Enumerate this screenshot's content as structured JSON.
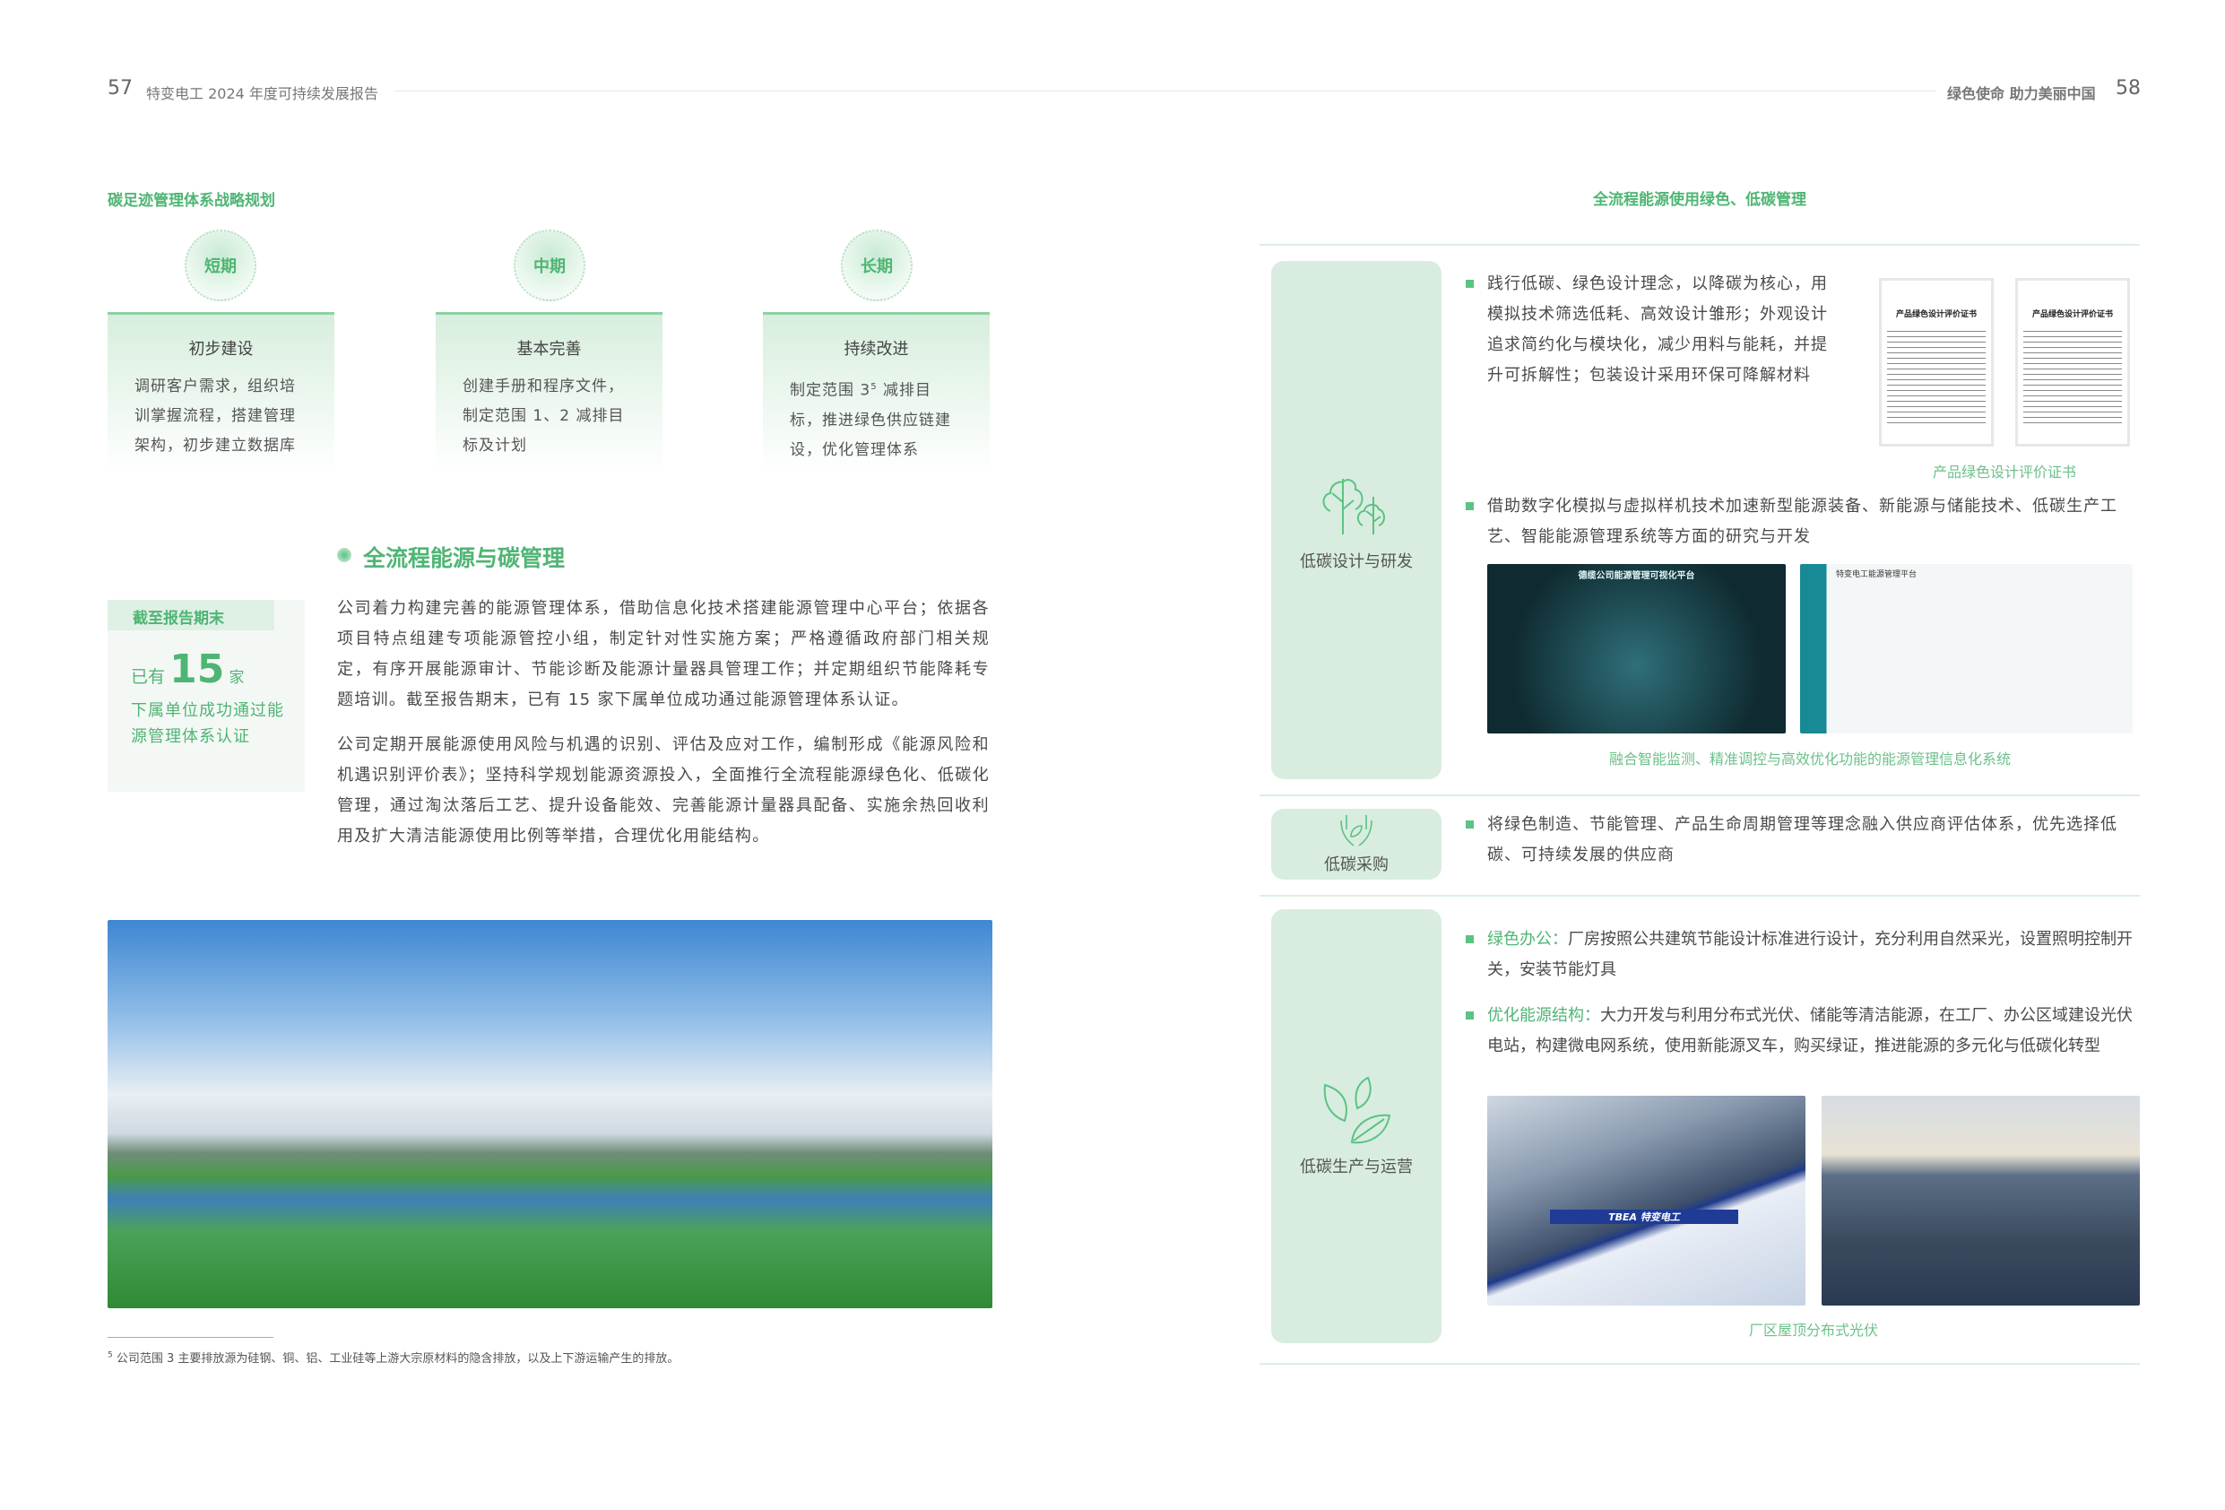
{
  "header": {
    "left_page": "57",
    "left_title": "特变电工 2024 年度可持续发展报告",
    "right_title": "绿色使命 助力美丽中国",
    "right_page": "58"
  },
  "strategy": {
    "title": "碳足迹管理体系战略规划",
    "phases": [
      {
        "tag": "短期",
        "title": "初步建设",
        "desc": "调研客户需求，组织培训掌握流程，搭建管理架构，初步建立数据库"
      },
      {
        "tag": "中期",
        "title": "基本完善",
        "desc": "创建手册和程序文件，制定范围 1、2 减排目标及计划"
      },
      {
        "tag": "长期",
        "title": "持续改进",
        "desc_pre": "制定范围 3",
        "sup": "5",
        "desc": " 减排目标，推进绿色供应链建设，优化管理体系"
      }
    ]
  },
  "section": {
    "title": "全流程能源与碳管理"
  },
  "stat": {
    "label": "截至报告期末",
    "prefix": "已有",
    "number": "15",
    "unit": "家",
    "desc": "下属单位成功通过能源管理体系认证"
  },
  "paragraphs": [
    "公司着力构建完善的能源管理体系，借助信息化技术搭建能源管理中心平台；依据各项目特点组建专项能源管控小组，制定针对性实施方案；严格遵循政府部门相关规定，有序开展能源审计、节能诊断及能源计量器具管理工作；并定期组织节能降耗专题培训。截至报告期末，已有 15 家下属单位成功通过能源管理体系认证。",
    "公司定期开展能源使用风险与机遇的识别、评估及应对工作，编制形成《能源风险和机遇识别评价表》；坚持科学规划能源资源投入，全面推行全流程能源绿色化、低碳化管理，通过淘汰落后工艺、提升设备能效、完善能源计量器具配备、实施余热回收利用及扩大清洁能源使用比例等举措，合理优化用能结构。"
  ],
  "footnote": {
    "mark": "5",
    "text": "公司范围 3 主要排放源为硅钢、铜、铝、工业硅等上游大宗原材料的隐含排放，以及上下游运输产生的排放。"
  },
  "right": {
    "title": "全流程能源使用绿色、低碳管理",
    "blocks": [
      {
        "label": "低碳设计与研发",
        "icon": "trees-icon",
        "bullets": [
          {
            "text": "践行低碳、绿色设计理念，以降碳为核心，用模拟技术筛选低耗、高效设计雏形；外观设计追求简约化与模块化，减少用料与能耗，并提升可拆解性；包装设计采用环保可降解材料"
          },
          {
            "text": "借助数字化模拟与虚拟样机技术加速新型能源装备、新能源与储能技术、低碳生产工艺、智能能源管理系统等方面的研究与开发"
          }
        ],
        "cert": {
          "title": "产品绿色设计评价证书",
          "caption": "产品绿色设计评价证书"
        },
        "dashboard": {
          "title": "德缆公司能源管理可视化平台",
          "title2": "特变电工能源管理平台",
          "caption": "融合智能监测、精准调控与高效优化功能的能源管理信息化系统"
        }
      },
      {
        "label": "低碳采购",
        "icon": "hands-leaf-icon",
        "bullets": [
          {
            "text": "将绿色制造、节能管理、产品生命周期管理等理念融入供应商评估体系，优先选择低碳、可持续发展的供应商"
          }
        ]
      },
      {
        "label": "低碳生产与运营",
        "icon": "leaves-icon",
        "bullets": [
          {
            "key": "绿色办公：",
            "text": "厂房按照公共建筑节能设计标准进行设计，充分利用自然采光，设置照明控制开关，安装节能灯具"
          },
          {
            "key": "优化能源结构：",
            "text": "大力开发与利用分布式光伏、储能等清洁能源，在工厂、办公区域建设光伏电站，构建微电网系统，使用新能源叉车，购买绿证，推进能源的多元化与低碳化转型"
          }
        ],
        "photo_brand": "TBEA 特变电工",
        "caption": "厂区屋顶分布式光伏"
      }
    ]
  }
}
